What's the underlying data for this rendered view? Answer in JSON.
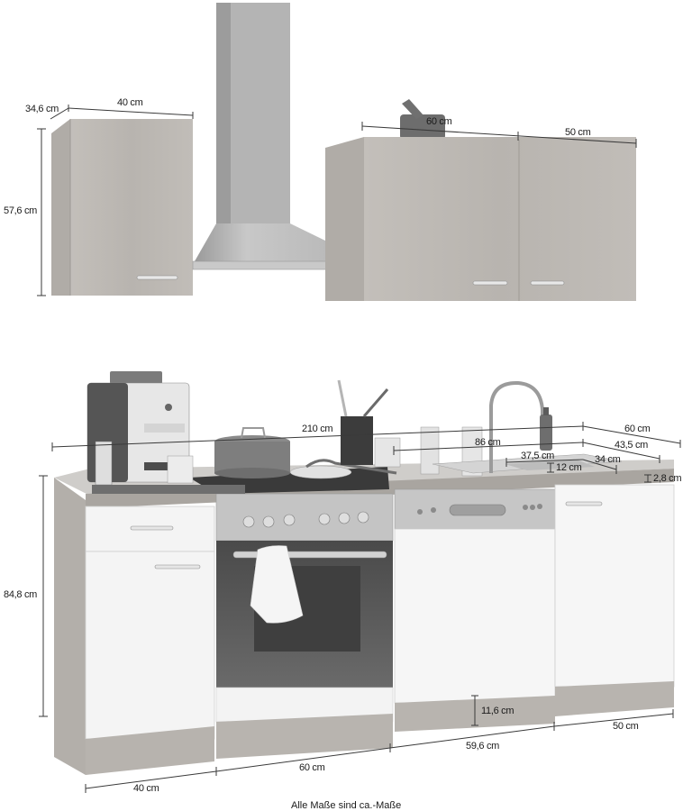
{
  "diagram": {
    "subject": "Kitchen unit (Küchenzeile) with wall cabinets, extractor hood, base cabinets, oven, dishwasher and sink",
    "footnote": "Alle Maße sind ca.-Maße",
    "colors": {
      "background": "#ffffff",
      "wood": "#b9b5b0",
      "wood_dark": "#a9a5a0",
      "white_front": "#f3f3f3",
      "steel": "#bdbdbd",
      "oven_glass": "#5d5d5d",
      "dimension_line": "#333333"
    }
  },
  "wall_cabinets": {
    "left": {
      "depth_label": "34,6 cm",
      "width_label": "40 cm",
      "height_label": "57,6 cm"
    },
    "right": {
      "width_left_label": "60 cm",
      "width_right_label": "50 cm"
    },
    "hood": {
      "name": "Chimney extractor hood"
    }
  },
  "base": {
    "total_width_label": "210 cm",
    "depth_label": "60 cm",
    "sink_width_label": "86 cm",
    "sink_depth_label": "43,5 cm",
    "basin_width_label": "37,5 cm",
    "basin_depth_label": "34 cm",
    "basin_height_label": "12 cm",
    "worktop_thickness_label": "2,8 cm",
    "height_label": "84,8 cm",
    "plinth_height_label": "11,6 cm",
    "module_widths": {
      "m1": "40 cm",
      "m2": "60 cm",
      "m3": "59,6 cm",
      "m4": "50 cm"
    }
  },
  "appliances": {
    "coffee_machine": "Espresso machine",
    "pot": "Cooking pot",
    "cooktop": "Ceramic hob",
    "oven": "Built-in oven",
    "dishwasher": "Semi-integrated dishwasher",
    "faucet": "Sink mixer tap"
  }
}
